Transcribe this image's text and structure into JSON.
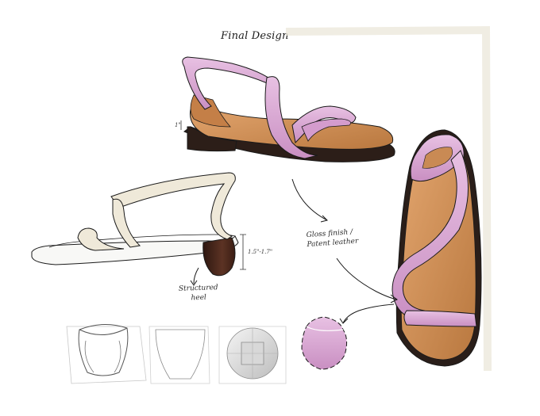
{
  "title": "Final Design",
  "annotations": {
    "finish_line1": "Gloss finish /",
    "finish_line2": "Patent leather",
    "heel_line1": "Structured",
    "heel_line2": "heel",
    "heel_height": "1.5\"-1.7\"",
    "strap_height": "1\""
  },
  "colors": {
    "strap_pink": "#dcaad6",
    "strap_pink_dark": "#b57fae",
    "insole_tan": "#cf8f58",
    "insole_tan_light": "#e0a36c",
    "sole_dark": "#2c1e18",
    "heel_brown": "#4a281c",
    "cream_strap": "#efe9d9",
    "outline": "#1a1a1a"
  }
}
